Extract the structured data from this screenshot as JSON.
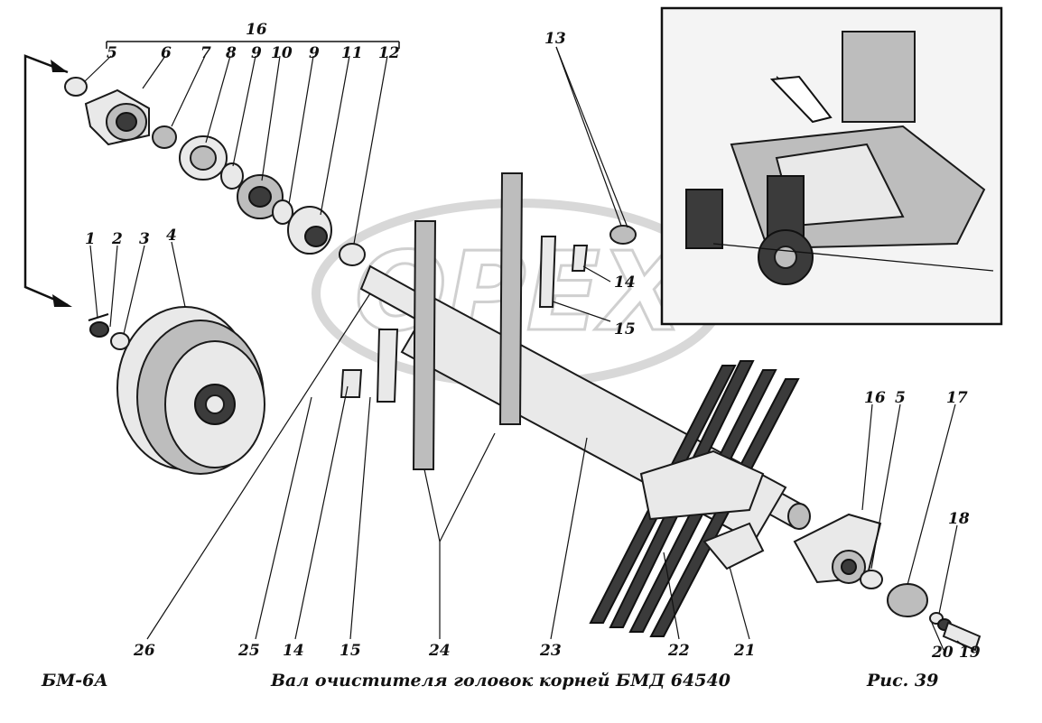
{
  "footer": {
    "left": "БМ-6А",
    "center": "Вал очистителя головок корней  БМД 64540",
    "right": "Рис.   39"
  },
  "watermark": {
    "text": "OPEX"
  },
  "callouts": {
    "c1": "1",
    "c2": "2",
    "c3": "3",
    "c4": "4",
    "c5a": "5",
    "c6": "6",
    "c7": "7",
    "c8": "8",
    "c9a": "9",
    "c10": "10",
    "c9b": "9",
    "c11": "11",
    "c12": "12",
    "c13": "13",
    "c14a": "14",
    "c15a": "15",
    "c16a": "16",
    "c16b": "16",
    "c5b": "5",
    "c17": "17",
    "c18": "18",
    "c19": "19",
    "c20": "20",
    "c21": "21",
    "c22": "22",
    "c23": "23",
    "c24": "24",
    "c25": "25",
    "c14b": "14",
    "c15b": "15",
    "c26": "26"
  }
}
